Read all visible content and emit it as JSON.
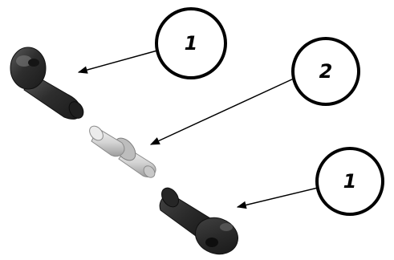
{
  "diagram": {
    "callouts": [
      {
        "label": "1",
        "part": "ball-socket-end"
      },
      {
        "label": "2",
        "part": "ball-stud"
      },
      {
        "label": "1",
        "part": "ball-socket-end"
      }
    ]
  },
  "colors": {
    "background": "#ffffff",
    "outline": "#000000",
    "socket_body": "#2f2f2f",
    "socket_highlight": "#6a6a6a",
    "stud_metal": "#d9d9d9",
    "stud_shadow": "#9a9a9a"
  }
}
